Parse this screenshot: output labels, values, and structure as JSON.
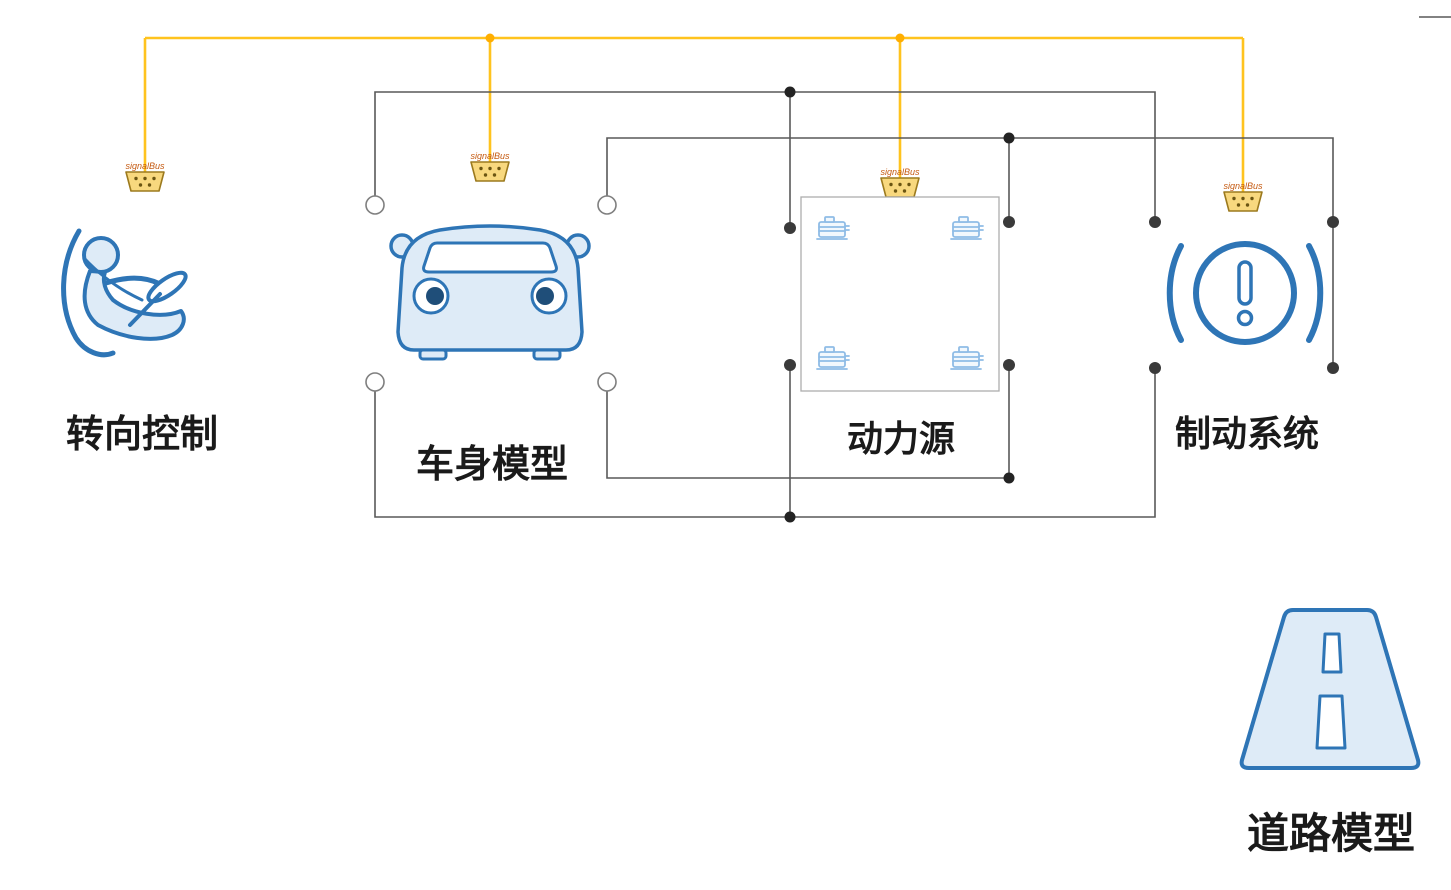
{
  "diagram": {
    "bus_label": "signalBus",
    "nodes": {
      "steering": {
        "label": "转向控制"
      },
      "body": {
        "label": "车身模型"
      },
      "power": {
        "label": "动力源"
      },
      "brake": {
        "label": "制动系统"
      },
      "road": {
        "label": "道路模型"
      }
    },
    "icons": {
      "signalbus_connector": "yellow-trapezoid-bus-connector",
      "steering": "driver-in-seat-icon",
      "body": "car-front-icon",
      "power": "four-motor-box-icon",
      "brake": "brake-warning-icon",
      "road": "road-perspective-icon"
    },
    "colors": {
      "bus_line": "#FFC31E",
      "bus_junction": "#FFAE00",
      "connector_fill": "#F8D87E",
      "connector_stroke": "#9C7A1E",
      "connector_text": "#C55A11",
      "wire": "#595959",
      "port_fill": "#3A3A3A",
      "icon_stroke": "#2E75B6",
      "icon_fill": "#DEEBF7",
      "label": "#1A1A1A"
    }
  }
}
